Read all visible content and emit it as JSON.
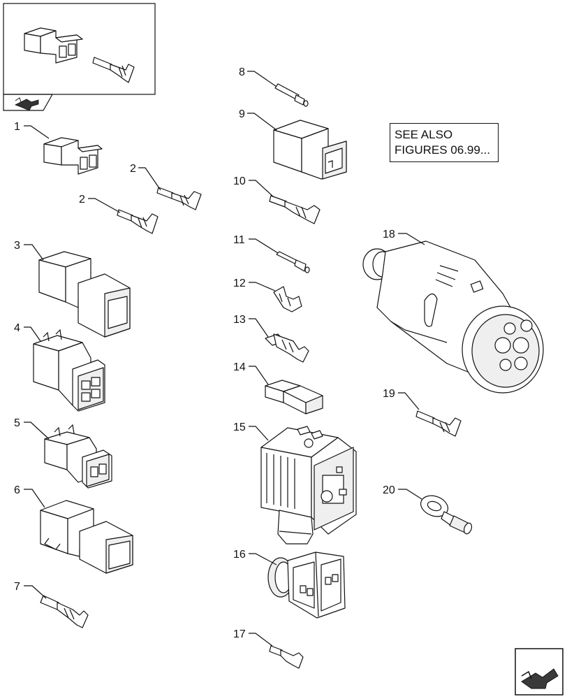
{
  "callouts": [
    "1",
    "2",
    "2",
    "3",
    "4",
    "5",
    "6",
    "7",
    "8",
    "9",
    "10",
    "11",
    "12",
    "13",
    "14",
    "15",
    "16",
    "17",
    "18",
    "19",
    "20"
  ],
  "note": {
    "line1": "SEE ALSO",
    "line2": "FIGURES 06.99..."
  },
  "colors": {
    "stroke": "#111111",
    "fill": "#ffffff",
    "shade": "#f2f2f2"
  },
  "icons": {
    "inset_nav": "prev-arrow-icon",
    "page_nav": "next-arrow-icon"
  }
}
